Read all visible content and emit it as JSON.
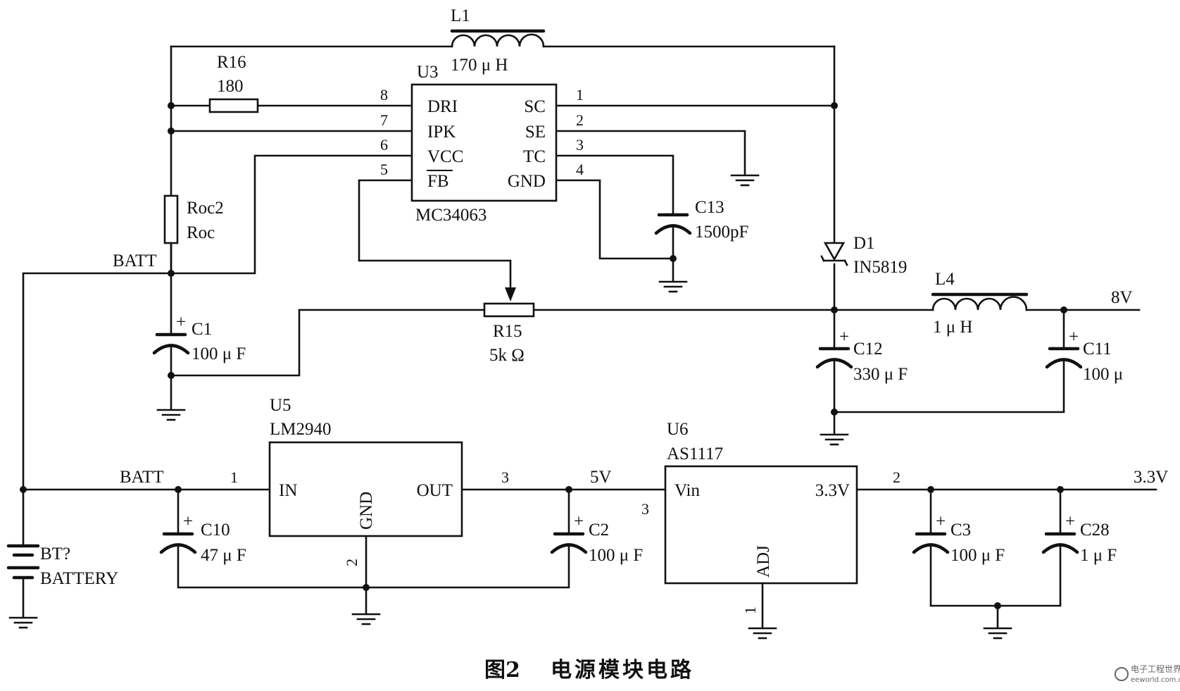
{
  "components": {
    "L1": {
      "ref": "L1",
      "value": "170 μ H"
    },
    "R16": {
      "ref": "R16",
      "value": "180"
    },
    "U3": {
      "ref": "U3",
      "part": "MC34063",
      "pins_left": [
        {
          "num": "8",
          "name": "DRI"
        },
        {
          "num": "7",
          "name": "IPK"
        },
        {
          "num": "6",
          "name": "VCC"
        },
        {
          "num": "5",
          "name": "FB"
        }
      ],
      "pins_right": [
        {
          "num": "1",
          "name": "SC"
        },
        {
          "num": "2",
          "name": "SE"
        },
        {
          "num": "3",
          "name": "TC"
        },
        {
          "num": "4",
          "name": "GND"
        }
      ]
    },
    "Roc": {
      "ref": "Roc2",
      "value": "Roc"
    },
    "C13": {
      "ref": "C13",
      "value": "1500pF"
    },
    "D1": {
      "ref": "D1",
      "value": "IN5819"
    },
    "L4": {
      "ref": "L4",
      "value": "1 μ H"
    },
    "R15": {
      "ref": "R15",
      "value": "5k Ω"
    },
    "C1": {
      "ref": "C1",
      "value": "100 μ F"
    },
    "C12": {
      "ref": "C12",
      "value": "330 μ F"
    },
    "C11": {
      "ref": "C11",
      "value": "100 μ"
    },
    "U5": {
      "ref": "U5",
      "part": "LM2940",
      "pin_in": "IN",
      "pin_gnd": "GND",
      "pin_out": "OUT",
      "num_in": "1",
      "num_gnd": "2",
      "num_out": "3"
    },
    "U6": {
      "ref": "U6",
      "part": "AS1117",
      "pin_in": "Vin",
      "pin_out": "3.3V",
      "pin_adj": "ADJ",
      "num_in": "3",
      "num_out": "2",
      "num_adj": "1"
    },
    "C10": {
      "ref": "C10",
      "value": "47 μ F"
    },
    "C2": {
      "ref": "C2",
      "value": "100 μ F"
    },
    "C3": {
      "ref": "C3",
      "value": "100 μ F"
    },
    "C28": {
      "ref": "C28",
      "value": "1 μ F"
    },
    "BT": {
      "ref": "BT?",
      "value": "BATTERY"
    }
  },
  "nets": {
    "batt_top": "BATT",
    "batt_bottom": "BATT",
    "out_8v": "8V",
    "out_5v": "5V",
    "out_3v3": "3.3V"
  },
  "polarity_mark": "+",
  "caption": {
    "figure": "图2",
    "title": "电源模块电路"
  },
  "watermark": {
    "brand": "电子工程世界",
    "url": "eeworld.com.cn"
  }
}
